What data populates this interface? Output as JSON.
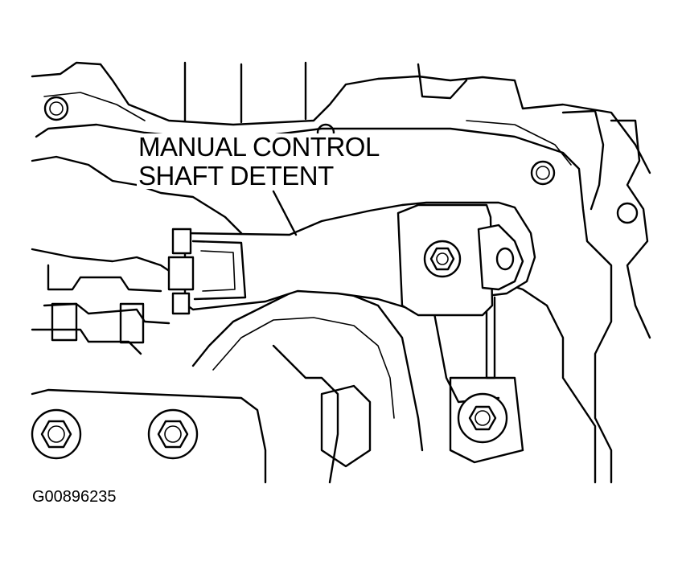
{
  "callout": {
    "line1": "MANUAL CONTROL",
    "line2": "SHAFT DETENT"
  },
  "figure_id": "G00896235",
  "colors": {
    "ink": "#000000",
    "paper": "#ffffff"
  }
}
